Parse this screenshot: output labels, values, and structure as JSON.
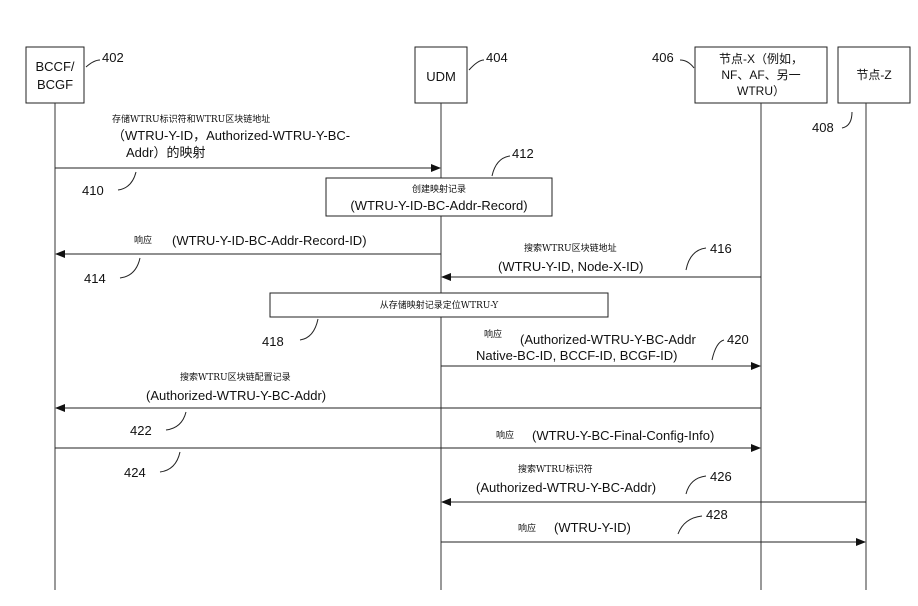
{
  "participants": {
    "bccf": {
      "label_line1": "BCCF/",
      "label_line2": "BCGF",
      "ref": "402"
    },
    "udm": {
      "label": "UDM",
      "ref": "404"
    },
    "nodex": {
      "label_line1": "节点-X（例如，",
      "label_line2": "NF、AF、另一",
      "label_line3": "WTRU）",
      "ref": "406"
    },
    "nodez": {
      "label": "节点-Z",
      "ref": "408"
    }
  },
  "steps": {
    "s410": {
      "ref": "410",
      "line1": "存储WTRU标识符和WTRU区块链地址",
      "line2": "（WTRU-Y-ID，Authorized-WTRU-Y-BC-",
      "line3": "Addr）的映射"
    },
    "s412": {
      "ref": "412",
      "small": "创建映射记录",
      "main": "(WTRU-Y-ID-BC-Addr-Record)"
    },
    "s414": {
      "ref": "414",
      "small": "响应",
      "main": "(WTRU-Y-ID-BC-Addr-Record-ID)"
    },
    "s416": {
      "ref": "416",
      "small": "搜索WTRU区块链地址",
      "main": "(WTRU-Y-ID, Node-X-ID)"
    },
    "s418": {
      "ref": "418",
      "small": "从存储映射记录定位WTRU-Y"
    },
    "s420": {
      "ref": "420",
      "small": "响应",
      "line1": "(Authorized-WTRU-Y-BC-Addr",
      "line2": "Native-BC-ID, BCCF-ID, BCGF-ID)"
    },
    "s422": {
      "ref": "422",
      "small": "搜索WTRU区块链配置记录",
      "main": "(Authorized-WTRU-Y-BC-Addr)"
    },
    "s424": {
      "ref": "424",
      "small": "响应",
      "main": "(WTRU-Y-BC-Final-Config-Info)"
    },
    "s426": {
      "ref": "426",
      "small": "搜索WTRU标识符",
      "main": "(Authorized-WTRU-Y-BC-Addr)"
    },
    "s428": {
      "ref": "428",
      "small": "响应",
      "main": "(WTRU-Y-ID)"
    }
  }
}
